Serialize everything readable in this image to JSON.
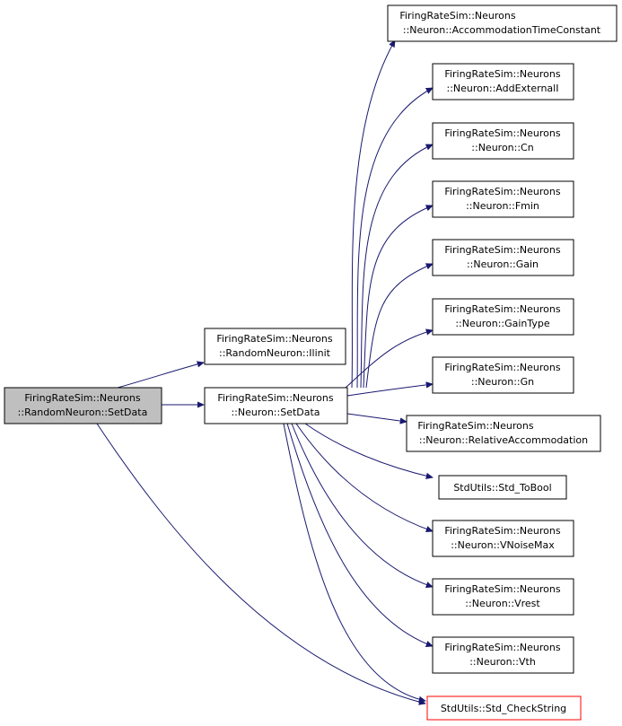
{
  "graph": {
    "colors": {
      "edge": "#191970",
      "root_fill": "#bfbfbf",
      "truncated_border": "#ff0000"
    },
    "nodes": {
      "set_data_random": {
        "line1": "FiringRateSim::Neurons",
        "line2": "::RandomNeuron::SetData"
      },
      "ilinit": {
        "line1": "FiringRateSim::Neurons",
        "line2": "::RandomNeuron::Ilinit"
      },
      "set_data_neuron": {
        "line1": "FiringRateSim::Neurons",
        "line2": "::Neuron::SetData"
      },
      "accommodation_time_constant": {
        "line1": "FiringRateSim::Neurons",
        "line2": "::Neuron::AccommodationTimeConstant"
      },
      "add_external_i": {
        "line1": "FiringRateSim::Neurons",
        "line2": "::Neuron::AddExternalI"
      },
      "cn": {
        "line1": "FiringRateSim::Neurons",
        "line2": "::Neuron::Cn"
      },
      "fmin": {
        "line1": "FiringRateSim::Neurons",
        "line2": "::Neuron::Fmin"
      },
      "gain": {
        "line1": "FiringRateSim::Neurons",
        "line2": "::Neuron::Gain"
      },
      "gain_type": {
        "line1": "FiringRateSim::Neurons",
        "line2": "::Neuron::GainType"
      },
      "gn": {
        "line1": "FiringRateSim::Neurons",
        "line2": "::Neuron::Gn"
      },
      "relative_accommodation": {
        "line1": "FiringRateSim::Neurons",
        "line2": "::Neuron::RelativeAccommodation"
      },
      "std_to_bool": {
        "line1": "StdUtils::Std_ToBool"
      },
      "vnoise_max": {
        "line1": "FiringRateSim::Neurons",
        "line2": "::Neuron::VNoiseMax"
      },
      "vrest": {
        "line1": "FiringRateSim::Neurons",
        "line2": "::Neuron::Vrest"
      },
      "vth": {
        "line1": "FiringRateSim::Neurons",
        "line2": "::Neuron::Vth"
      },
      "std_check_string": {
        "line1": "StdUtils::Std_CheckString"
      }
    },
    "edges": [
      [
        "set_data_random",
        "ilinit"
      ],
      [
        "set_data_random",
        "set_data_neuron"
      ],
      [
        "set_data_random",
        "std_check_string"
      ],
      [
        "set_data_neuron",
        "accommodation_time_constant"
      ],
      [
        "set_data_neuron",
        "add_external_i"
      ],
      [
        "set_data_neuron",
        "cn"
      ],
      [
        "set_data_neuron",
        "fmin"
      ],
      [
        "set_data_neuron",
        "gain"
      ],
      [
        "set_data_neuron",
        "gain_type"
      ],
      [
        "set_data_neuron",
        "gn"
      ],
      [
        "set_data_neuron",
        "relative_accommodation"
      ],
      [
        "set_data_neuron",
        "std_to_bool"
      ],
      [
        "set_data_neuron",
        "vnoise_max"
      ],
      [
        "set_data_neuron",
        "vrest"
      ],
      [
        "set_data_neuron",
        "vth"
      ],
      [
        "set_data_neuron",
        "std_check_string"
      ]
    ]
  }
}
